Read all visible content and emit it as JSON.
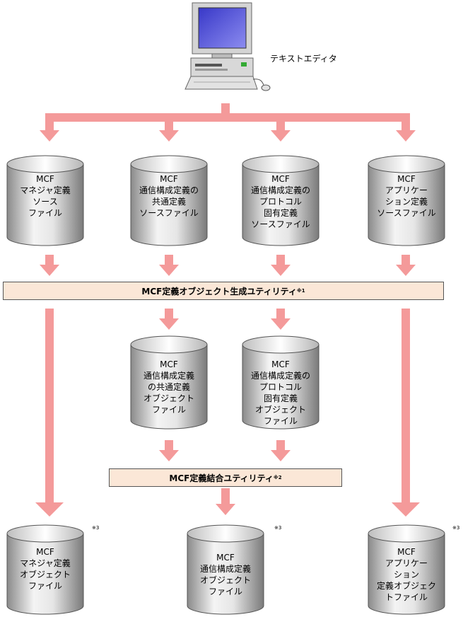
{
  "editor": {
    "label": "テキストエディタ"
  },
  "utility1": {
    "label": "MCF定義オブジェクト生成ユティリティ",
    "note": "※1"
  },
  "utility2": {
    "label": "MCF定義結合ユティリティ",
    "note": "※2"
  },
  "sources": [
    {
      "lines": [
        "MCF",
        "マネジャ定義",
        "ソース",
        "ファイル"
      ]
    },
    {
      "lines": [
        "MCF",
        "通信構成定義の",
        "共通定義",
        "ソースファイル"
      ]
    },
    {
      "lines": [
        "MCF",
        "通信構成定義の",
        "プロトコル",
        "固有定義",
        "ソースファイル"
      ]
    },
    {
      "lines": [
        "MCF",
        "アプリケー",
        "ション定義",
        "ソースファイル"
      ]
    }
  ],
  "intermediate": [
    {
      "lines": [
        "MCF",
        "通信構成定義",
        "の共通定義",
        "オブジェクト",
        "ファイル"
      ]
    },
    {
      "lines": [
        "MCF",
        "通信構成定義の",
        "プロトコル",
        "固有定義",
        "オブジェクト",
        "ファイル"
      ]
    }
  ],
  "outputs": [
    {
      "lines": [
        "MCF",
        "マネジャ定義",
        "オブジェクト",
        "ファイル"
      ],
      "note": "※3"
    },
    {
      "lines": [
        "MCF",
        "通信構成定義",
        "オブジェクト",
        "ファイル"
      ],
      "note": "※3"
    },
    {
      "lines": [
        "MCF",
        "アプリケー",
        "ション",
        "定義オブジェク",
        "トファイル"
      ],
      "note": "※3"
    }
  ]
}
